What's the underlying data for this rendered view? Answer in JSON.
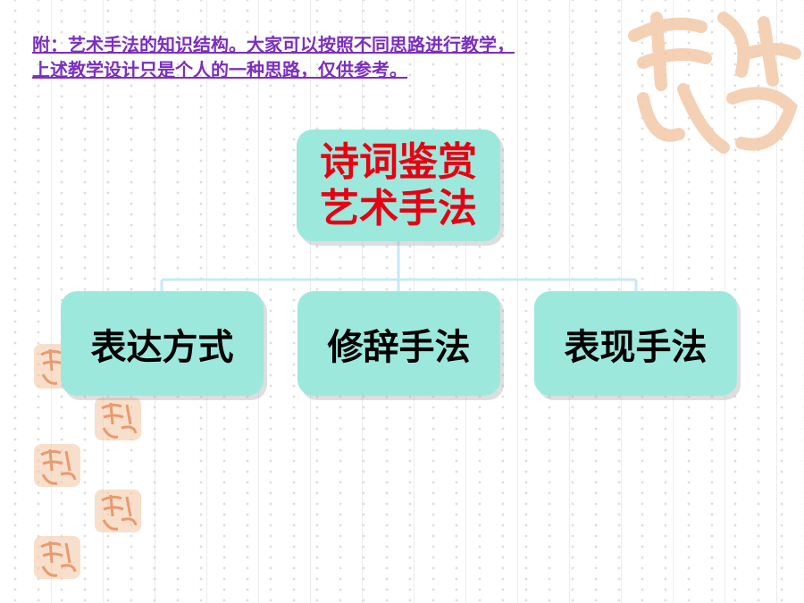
{
  "note": {
    "line1": "附：艺术手法的知识结构。大家可以按照不同思路进行教学，",
    "line2": "上述教学设计只是个人的一种思路，仅供参考。"
  },
  "tree": {
    "root_line1": "诗词鉴赏",
    "root_line2": "艺术手法",
    "children": [
      "表达方式",
      "修辞手法",
      "表现手法"
    ]
  },
  "colors": {
    "box_fill": "#9de8dc",
    "root_text": "#e60012",
    "note_text": "#7b2fbe",
    "seal": "#f3c9a8"
  },
  "decorations": {
    "seal_icon": "auspicious-seal-icon"
  }
}
